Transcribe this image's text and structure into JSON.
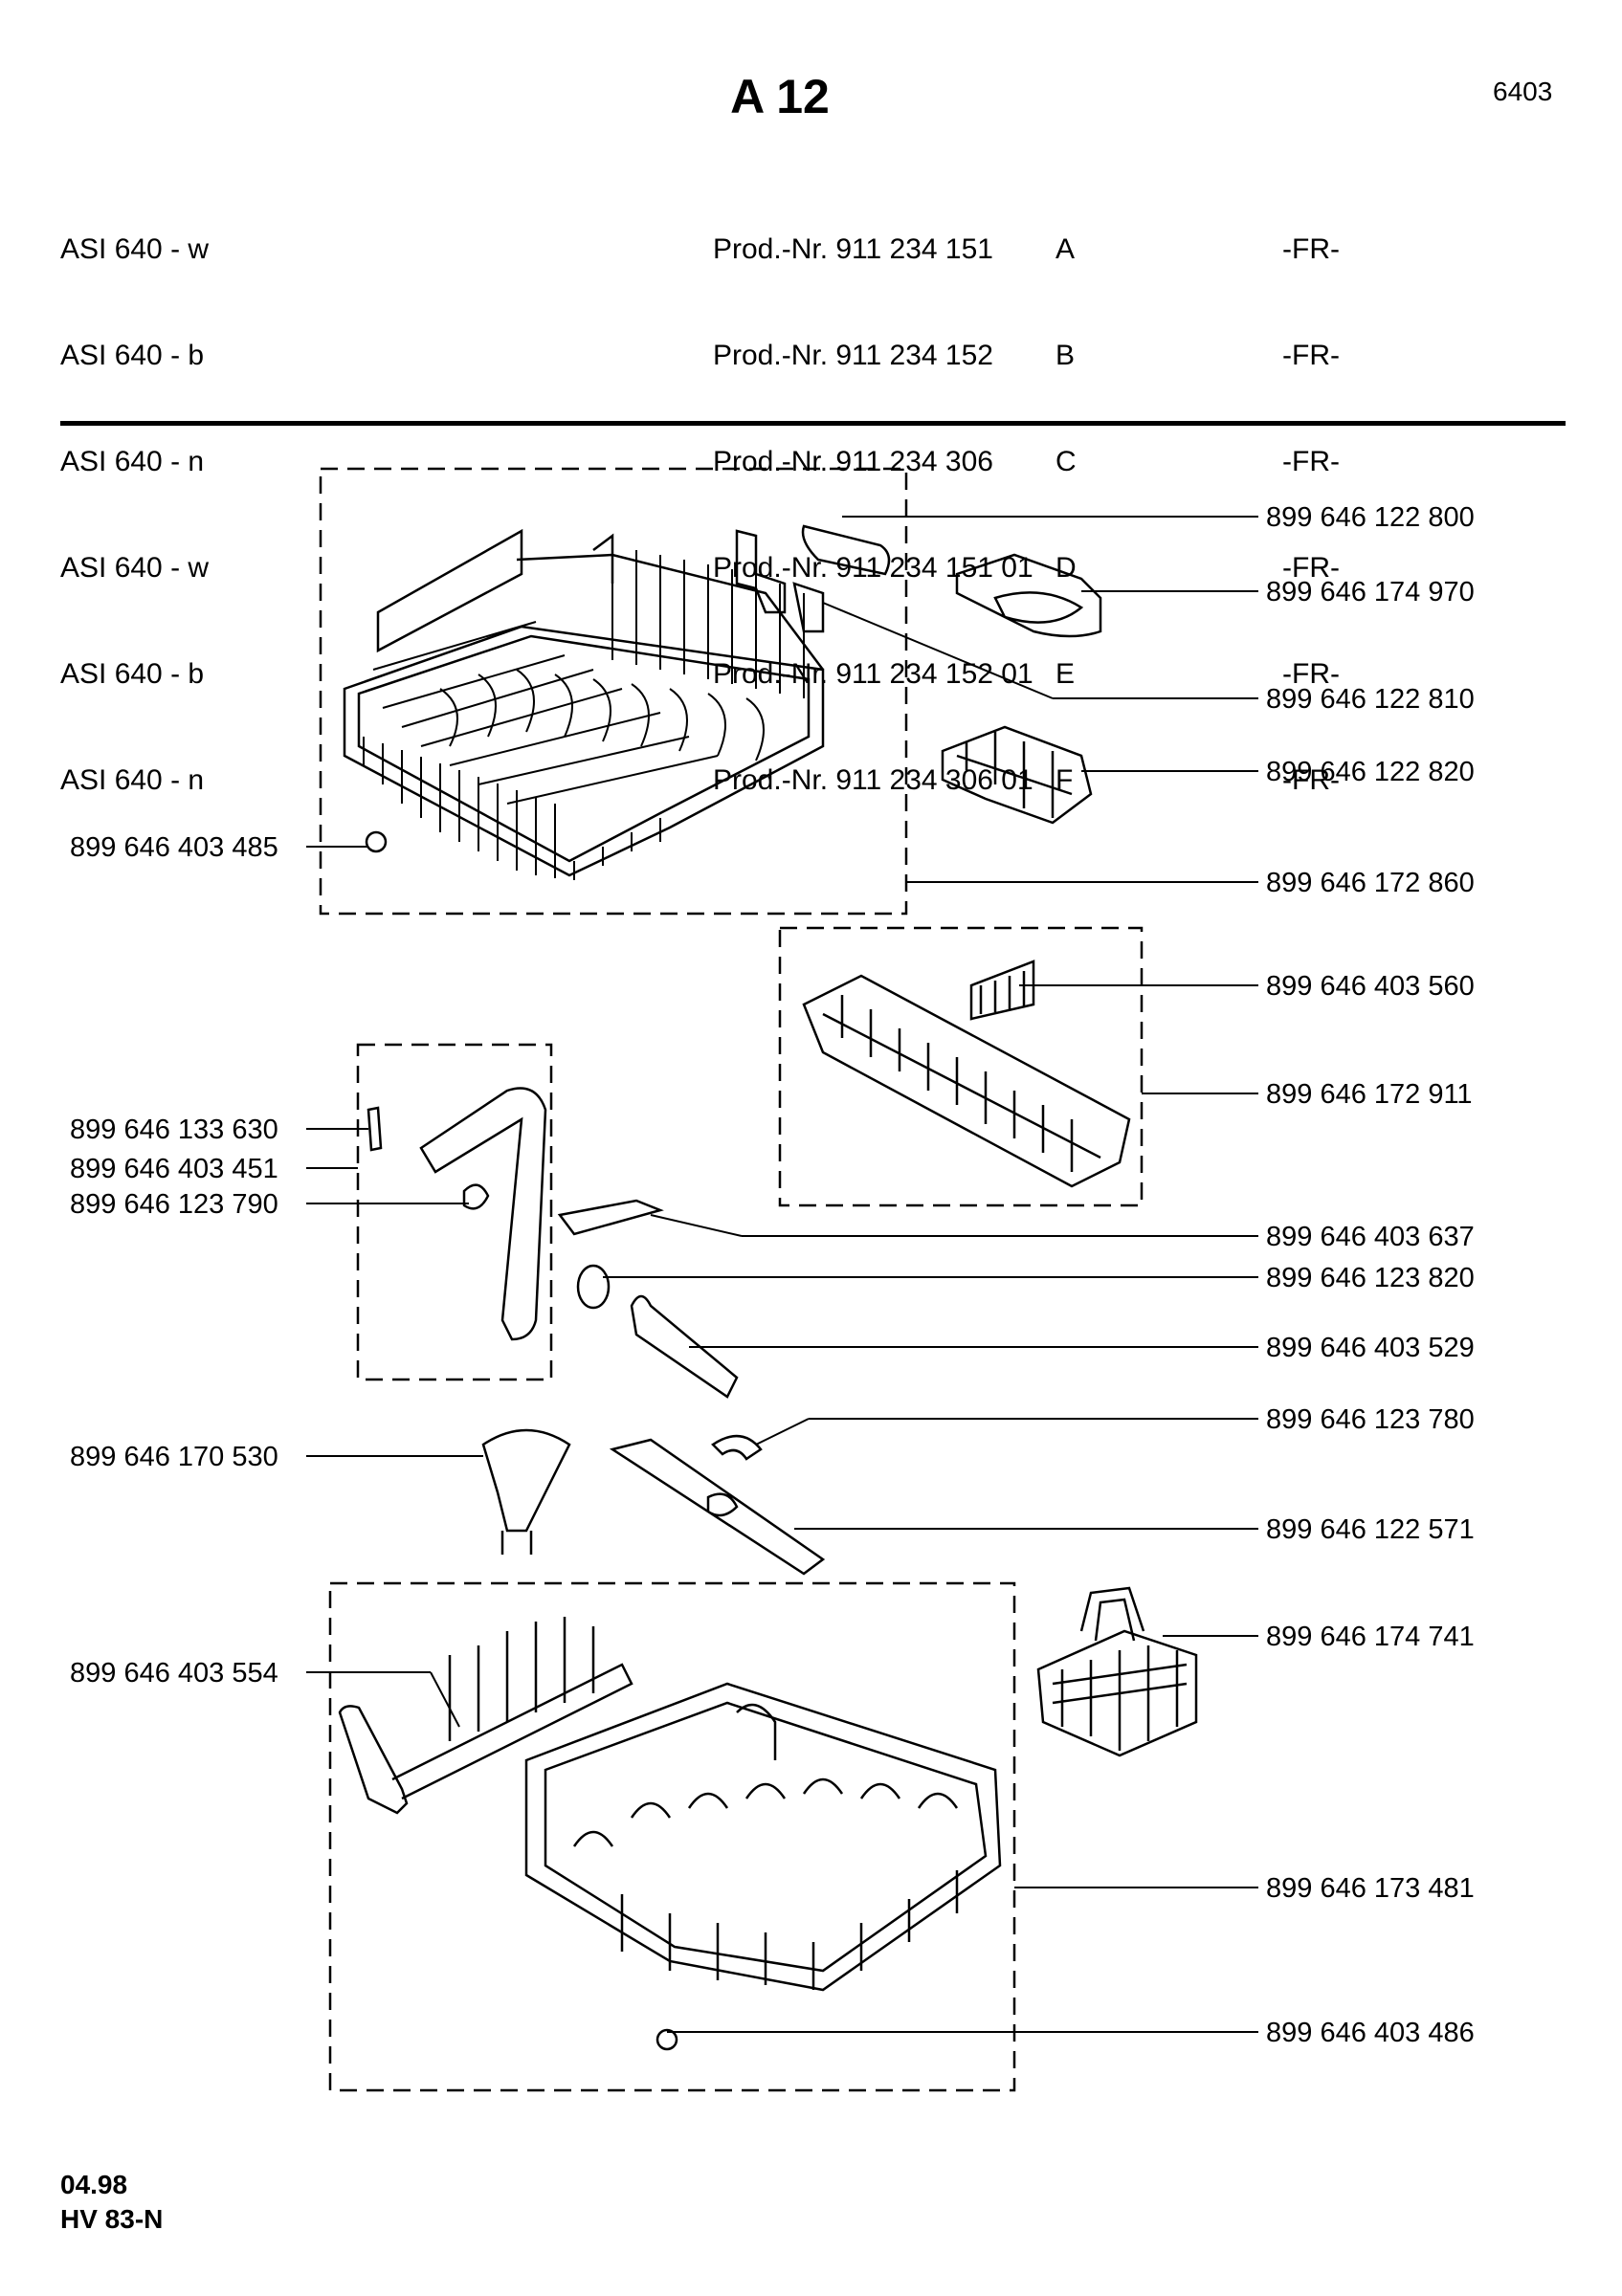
{
  "header": {
    "title": "A 12",
    "page_code": "6403",
    "models": [
      {
        "model": "ASI 640 - w",
        "prod_nr": "Prod.-Nr. 911 234 151",
        "variant": "A",
        "country": "-FR-"
      },
      {
        "model": "ASI 640 - b",
        "prod_nr": "Prod.-Nr. 911 234 152",
        "variant": "B",
        "country": "-FR-"
      },
      {
        "model": "ASI 640 - n",
        "prod_nr": "Prod.-Nr. 911 234 306",
        "variant": "C",
        "country": "-FR-"
      },
      {
        "model": "ASI 640 - w",
        "prod_nr": "Prod.-Nr. 911 234 151 01",
        "variant": "D",
        "country": "-FR-"
      },
      {
        "model": "ASI 640 - b",
        "prod_nr": "Prod.-Nr. 911 234 152 01",
        "variant": "E",
        "country": "-FR-"
      },
      {
        "model": "ASI 640 - n",
        "prod_nr": "Prod.-Nr. 911 234 306 01",
        "variant": "F",
        "country": "-FR-"
      }
    ]
  },
  "parts_right": [
    "899 646 122 800",
    "899 646 174 970",
    "899 646 122 810",
    "899 646 122 820",
    "899 646 172 860",
    "899 646 403 560",
    "899 646 172 911",
    "899 646 403 637",
    "899 646 123 820",
    "899 646 403 529",
    "899 646 123 780",
    "899 646 122 571",
    "899 646 174 741",
    "899 646 173 481",
    "899 646 403 486"
  ],
  "parts_left": [
    "899 646 403 485",
    "899 646 133 630",
    "899 646 403 451",
    "899 646 123 790",
    "899 646 170 530",
    "899 646 403 554"
  ],
  "footer": {
    "date": "04.98",
    "code": "HV 83-N"
  }
}
